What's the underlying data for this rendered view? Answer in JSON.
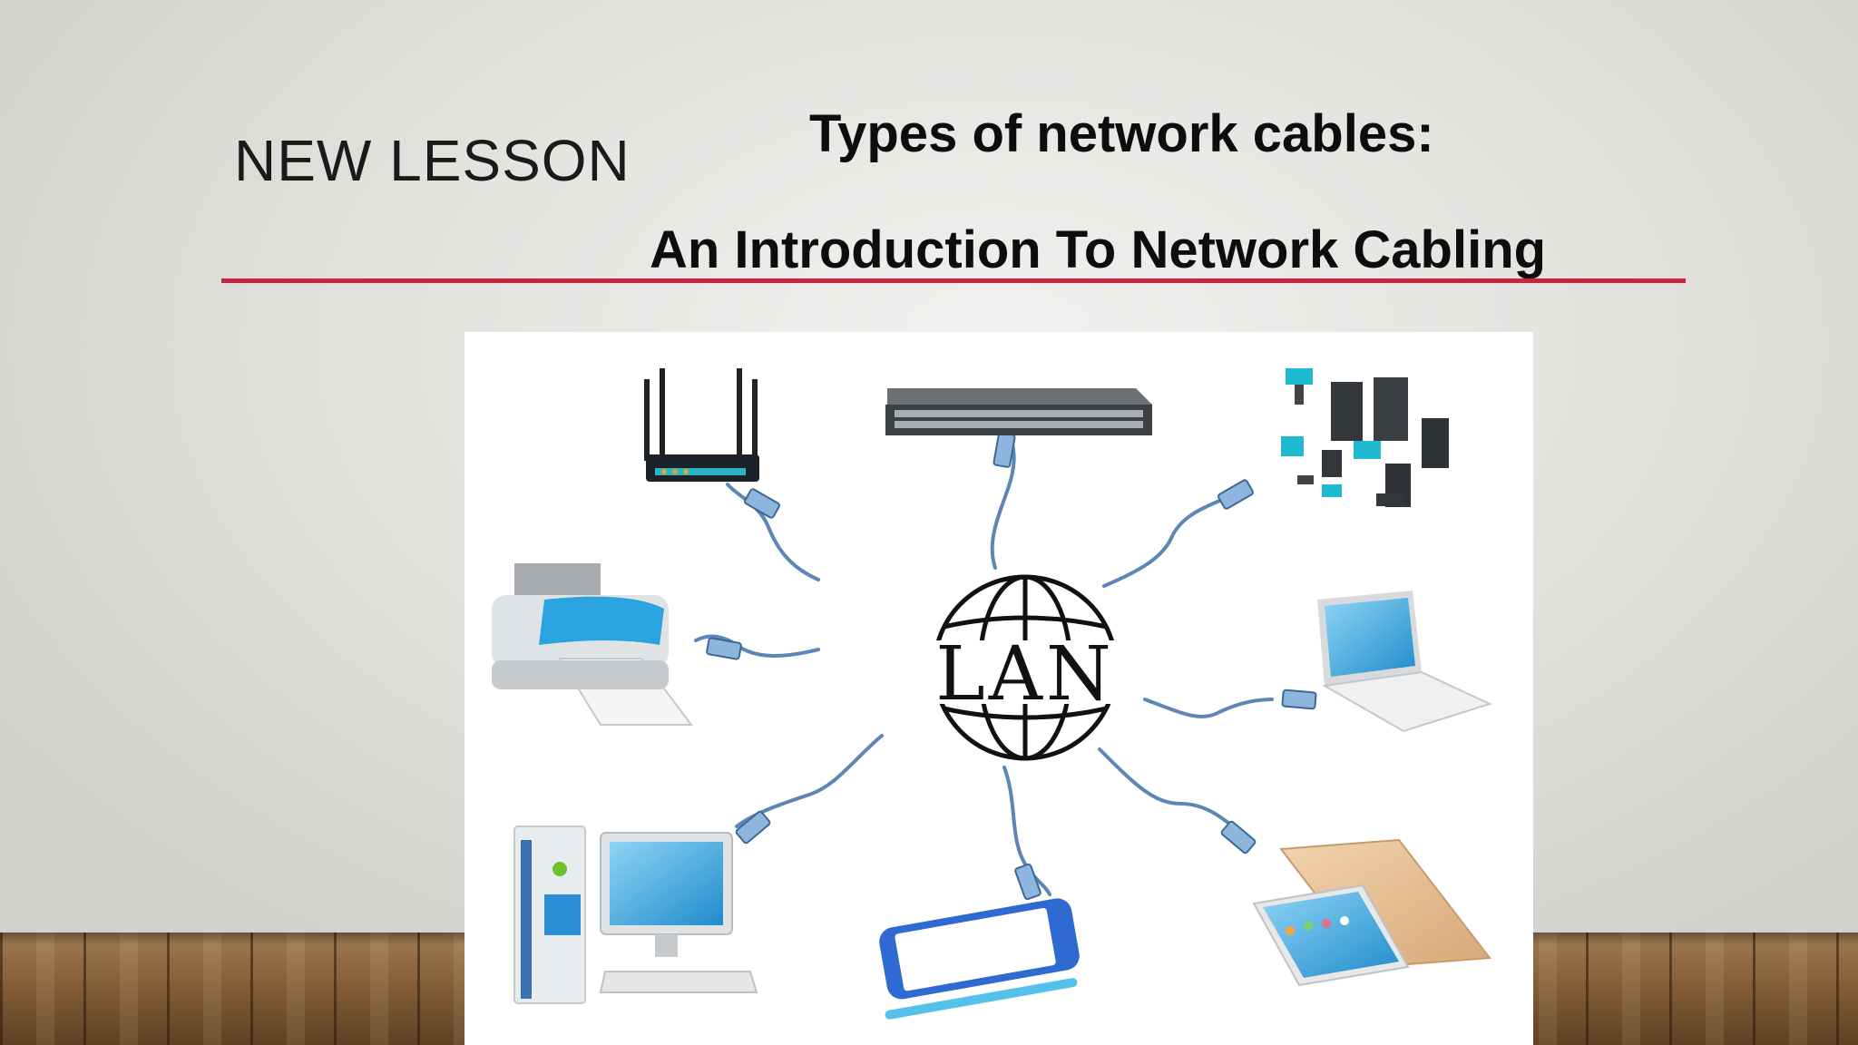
{
  "slide": {
    "section_title": "NEW LESSON",
    "heading": "Types of network cables:",
    "subheading": "An Introduction To Network Cabling"
  },
  "diagram": {
    "center_label": "LAN",
    "devices": [
      "router-icon",
      "network-switch-icon",
      "server-rack-icon",
      "printer-icon",
      "laptop-icon",
      "desktop-computer-icon",
      "smartphone-icon",
      "tablet-icon"
    ],
    "colors": {
      "accent_line": "#c8233f",
      "cable": "#5b86b6",
      "device_blue": "#3aa7e0"
    }
  }
}
